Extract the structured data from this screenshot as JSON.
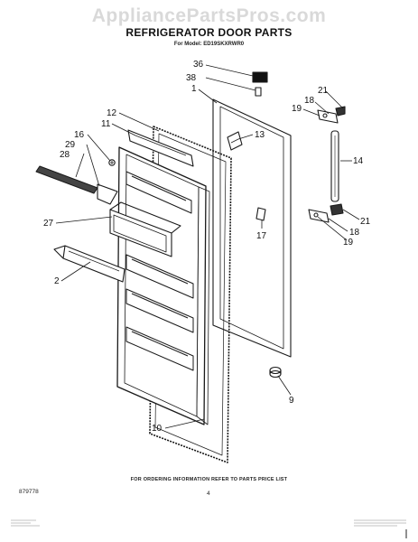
{
  "watermark": "AppliancePartsPros.com",
  "title": "REFRIGERATOR DOOR PARTS",
  "model_line": "For Model: ED19SKXRWR0",
  "ordering_note": "FOR ORDERING INFORMATION REFER TO PARTS PRICE LIST",
  "part_number": "879778",
  "page_number": "4",
  "callouts": [
    "36",
    "38",
    "1",
    "21",
    "18",
    "19",
    "12",
    "11",
    "13",
    "16",
    "29",
    "28",
    "14",
    "27",
    "17",
    "21",
    "18",
    "19",
    "2",
    "9",
    "10"
  ]
}
